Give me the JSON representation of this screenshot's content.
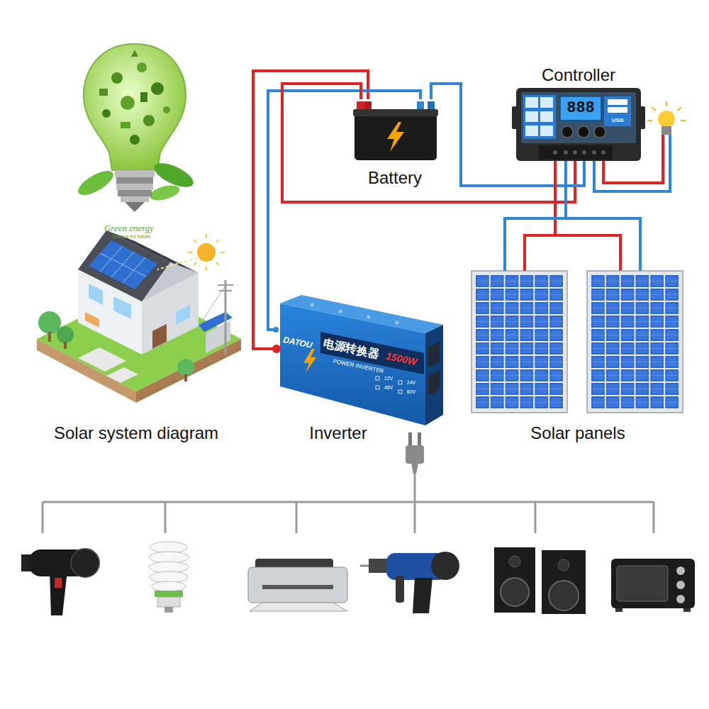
{
  "diagram": {
    "nodes": [
      {
        "text": [
          "Controller",
          "888",
          "USB"
        ]
      },
      {
        "text": [
          "Battery"
        ]
      },
      {
        "text": [
          "DATOU",
          "电源转换器",
          "1500W",
          "POWER INVERTER",
          "12V",
          "24V",
          "48V",
          "60V",
          "Inverter"
        ]
      },
      {
        "text": [
          "Solar panels"
        ]
      }
    ],
    "edges": [
      {
        "from": 1,
        "to": 2,
        "arrow": "none"
      },
      {
        "from": 1,
        "to": 2,
        "arrow": "none"
      },
      {
        "from": 1,
        "to": 0,
        "arrow": "none"
      },
      {
        "from": 1,
        "to": 0,
        "arrow": "none"
      },
      {
        "from": 3,
        "to": 0,
        "arrow": "none"
      },
      {
        "from": 3,
        "to": 0,
        "arrow": "none"
      }
    ],
    "labels": [
      "Green energy",
      "science for future",
      "Solar system diagram"
    ]
  }
}
